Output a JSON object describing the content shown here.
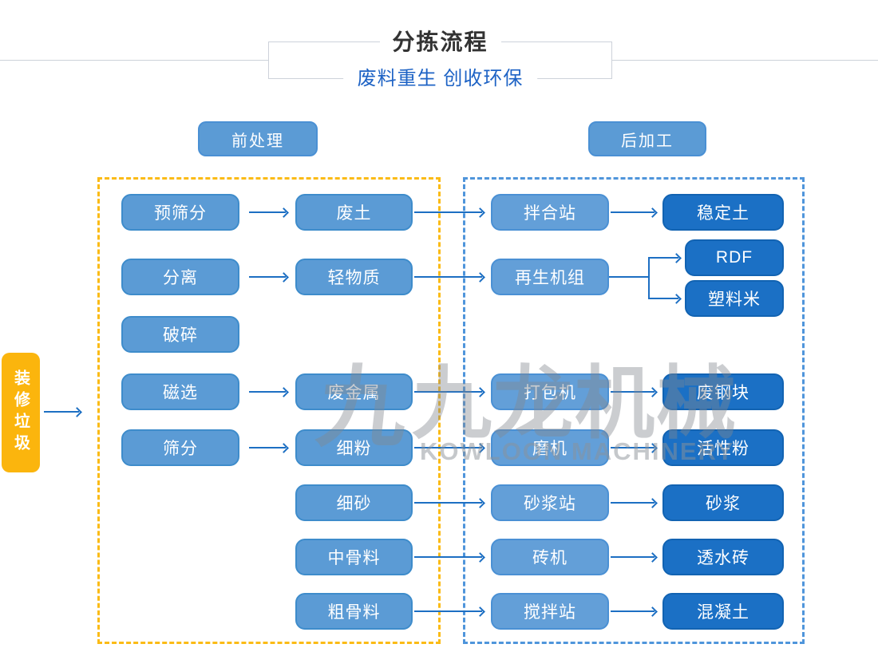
{
  "header": {
    "title": "分拣流程",
    "subtitle": "废料重生 创收环保"
  },
  "sections": {
    "pre": "前处理",
    "post": "后加工"
  },
  "source": {
    "label": "装修垃圾"
  },
  "watermark": {
    "logo_glyph": "九",
    "chars": "九龙机械",
    "brand": "KOWLOON MACHINERY"
  },
  "flow": {
    "col1": [
      "预筛分",
      "分离",
      "破碎",
      "磁选",
      "筛分"
    ],
    "col2": [
      "废土",
      "轻物质",
      "废金属",
      "细粉",
      "细砂",
      "中骨料",
      "粗骨料"
    ],
    "col3": [
      "拌合站",
      "再生机组",
      "打包机",
      "磨机",
      "砂浆站",
      "砖机",
      "搅拌站"
    ],
    "col4": [
      "稳定土",
      "RDF",
      "塑料米",
      "废钢块",
      "活性粉",
      "砂浆",
      "透水砖",
      "混凝土"
    ]
  },
  "colors": {
    "light_node": "#5b9bd5",
    "light_node_border": "#3e8ccb",
    "dark_node": "#1b70c5",
    "source_yellow": "#fbb50d",
    "pre_zone_dash": "#fbbb16",
    "post_zone_dash": "#4f95db",
    "arrow_blue": "#1d6fc3",
    "title_color": "#333333",
    "subtitle_color": "#1e63c5"
  }
}
